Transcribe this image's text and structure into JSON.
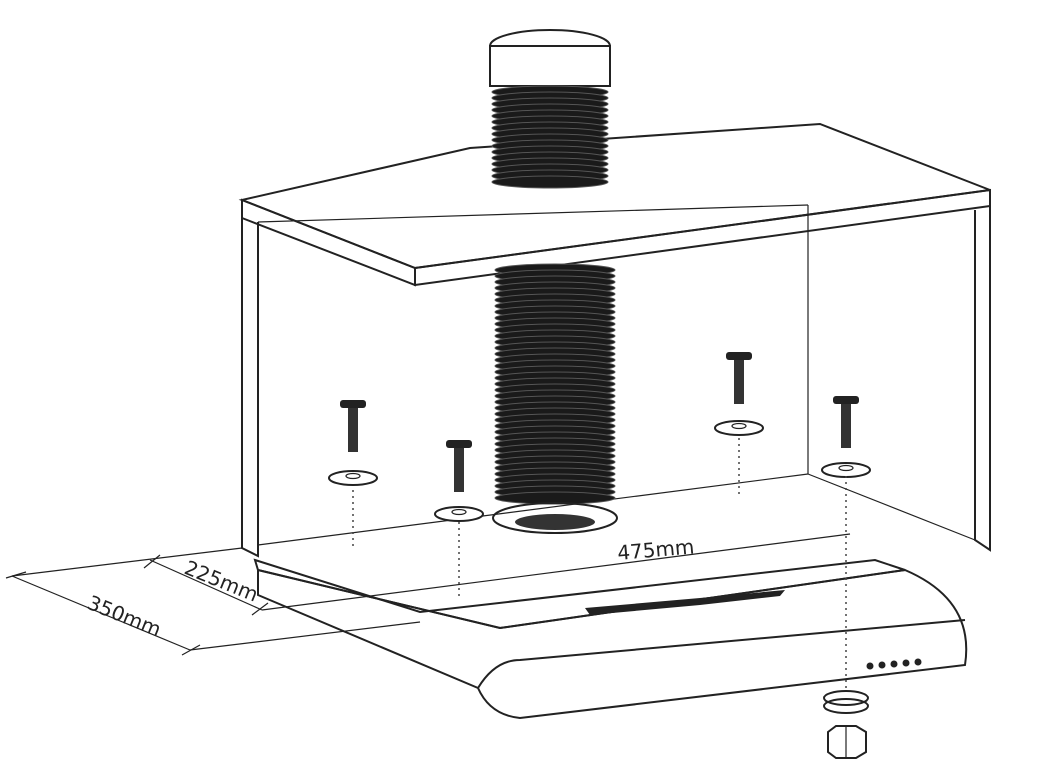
{
  "dimensions": {
    "depth_label": "350mm",
    "height_label": "225mm",
    "width_label": "475mm"
  },
  "colors": {
    "line": "#222222",
    "duct": "#1a1a1a",
    "background": "#ffffff"
  }
}
